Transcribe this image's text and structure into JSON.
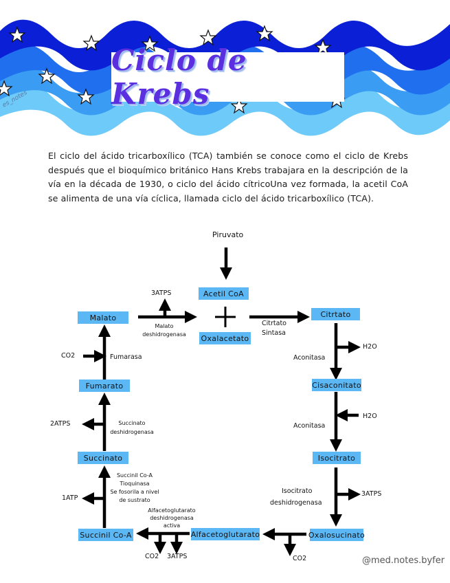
{
  "header": {
    "title": "Ciclo de Krebs",
    "watermark": "es_notes",
    "colors": {
      "wave_dark": "#0a1fd6",
      "wave_mid": "#1f6fef",
      "wave_light": "#3a9cf2",
      "wave_pale": "#6ecaf8",
      "title": "#5b2ee0"
    }
  },
  "intro": {
    "text": "El ciclo del ácido tricarboxílico (TCA) también se conoce como el ciclo de Krebs después que el bioquímico británico Hans Krebs trabajara en la descripción de la vía en la década de 1930, o ciclo del ácido cítricoUna vez formada, la acetil CoA se alimenta de una vía cíclica, llamada ciclo del ácido tricarboxílico (TCA)."
  },
  "diagram": {
    "node_color": "#5bb8f5",
    "input": "Piruvato",
    "nodes": {
      "acetil": "Acetil CoA",
      "oxalacetato": "Oxalacetato",
      "citrato": "Citrtato",
      "cisaconitato": "Cisaconitato",
      "isocitrato": "Isocitrato",
      "oxalosucinato": "Oxalosucinato",
      "alfacetoglutarato": "Alfacetoglutarato",
      "succinilcoa": "Succinil Co-A",
      "succinato": "Succinato",
      "fumarato": "Fumarato",
      "malato": "Malato"
    },
    "enzymes": {
      "citrato_sintasa_1": "Citrtato",
      "citrato_sintasa_2": "Sintasa",
      "aconitasa_1": "Aconitasa",
      "aconitasa_2": "Aconitasa",
      "isocitrato_dh_1": "Isocitrato",
      "isocitrato_dh_2": "deshidrogenasa",
      "alfa_dh_1": "Alfacetoglutarato",
      "alfa_dh_2": "deshidrogenasa",
      "alfa_dh_3": "activa",
      "succinil_1": "Succinil Co-A",
      "succinil_2": "Tioquinasa",
      "succinil_3": "Se fosorila a nivel",
      "succinil_4": "de sustrato",
      "succinato_dh_1": "Succinato",
      "succinato_dh_2": "deshidrogenasa",
      "fumarasa": "Fumarasa",
      "malato_dh_1": "Malato",
      "malato_dh_2": "deshidrogenasa"
    },
    "byproducts": {
      "h2o_out": "H2O",
      "h2o_in": "H2O",
      "atp_isocitrato": "3ATPS",
      "co2_oxalosucinato": "CO2",
      "co2_alfa": "CO2",
      "atp_alfa": "3ATPS",
      "atp_succinil": "1ATP",
      "atp_succinato": "2ATPS",
      "co2_fumarato": "CO2",
      "atp_malato": "3ATPS"
    },
    "plus_sign": "+"
  },
  "footer": {
    "credit": "@med.notes.byfer"
  }
}
